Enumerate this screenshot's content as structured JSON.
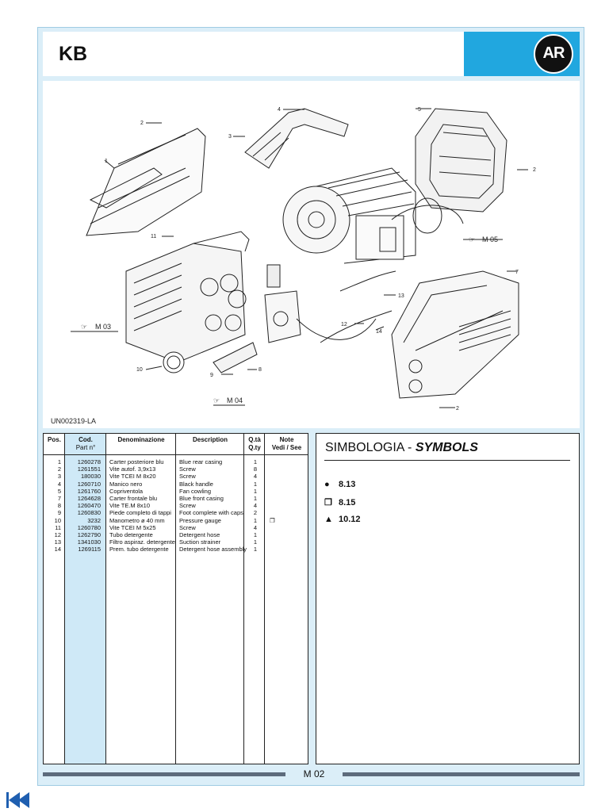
{
  "header": {
    "title": "KB",
    "logo_text": "AR"
  },
  "drawing": {
    "code": "UN002319-LA",
    "callouts": [
      "1",
      "2",
      "3",
      "4",
      "5",
      "2",
      "11",
      "7",
      "13",
      "12",
      "14",
      "10",
      "9",
      "8",
      "2"
    ],
    "refs": {
      "m03": "M 03",
      "m04": "M 04",
      "m05": "M 05"
    }
  },
  "parts_table": {
    "headers": {
      "pos": "Pos.",
      "cod": "Cod.",
      "partno": "Part n°",
      "den": "Denominazione",
      "desc": "Description",
      "qta": "Q.tà",
      "qty": "Q.ty",
      "note": "Note",
      "see": "Vedi / See"
    },
    "rows": [
      {
        "pos": "1",
        "cod": "1260278",
        "den": "Carter posteriore blu",
        "desc": "Blue rear casing",
        "qty": "1",
        "note": ""
      },
      {
        "pos": "2",
        "cod": "1261551",
        "den": "Vite autof. 3,9x13",
        "desc": "Screw",
        "qty": "8",
        "note": ""
      },
      {
        "pos": "3",
        "cod": "180030",
        "den": "Vite TCEI M 8x20",
        "desc": "Screw",
        "qty": "4",
        "note": ""
      },
      {
        "pos": "4",
        "cod": "1260710",
        "den": "Manico nero",
        "desc": "Black handle",
        "qty": "1",
        "note": ""
      },
      {
        "pos": "5",
        "cod": "1261760",
        "den": "Copriventola",
        "desc": "Fan cowling",
        "qty": "1",
        "note": ""
      },
      {
        "pos": "7",
        "cod": "1264628",
        "den": "Carter frontale blu",
        "desc": "Blue front casing",
        "qty": "1",
        "note": ""
      },
      {
        "pos": "8",
        "cod": "1260470",
        "den": "Vite TE.M 8x10",
        "desc": "Screw",
        "qty": "4",
        "note": ""
      },
      {
        "pos": "9",
        "cod": "1260830",
        "den": "Piede completo di tappi",
        "desc": "Foot complete with caps",
        "qty": "2",
        "note": ""
      },
      {
        "pos": "10",
        "cod": "3232",
        "den": "Manometro ø 40 mm",
        "desc": "Pressure gauge",
        "qty": "1",
        "note": "❐"
      },
      {
        "pos": "11",
        "cod": "1260780",
        "den": "Vite TCEI M 5x25",
        "desc": "Screw",
        "qty": "4",
        "note": ""
      },
      {
        "pos": "12",
        "cod": "1262790",
        "den": "Tubo detergente",
        "desc": "Detergent hose",
        "qty": "1",
        "note": ""
      },
      {
        "pos": "13",
        "cod": "1341030",
        "den": "Filtro aspiraz. detergente",
        "desc": "Suction strainer",
        "qty": "1",
        "note": ""
      },
      {
        "pos": "14",
        "cod": "1269115",
        "den": "Prem. tubo detergente",
        "desc": "Detergent hose assembly",
        "qty": "1",
        "note": ""
      }
    ]
  },
  "symbols": {
    "title_a": "SIMBOLOGIA - ",
    "title_b": "SYMBOLS",
    "items": [
      {
        "glyph": "●",
        "label": "8.13"
      },
      {
        "glyph": "❐",
        "label": "8.15"
      },
      {
        "glyph": "▲",
        "label": "10.12"
      }
    ]
  },
  "footer": {
    "page": "M 02"
  },
  "colors": {
    "accent": "#21a7df",
    "frame": "#dbeef8",
    "code_column": "#cfe9f7",
    "bar": "#5d6b7c"
  },
  "icons": {
    "nav": "first-page-icon"
  }
}
